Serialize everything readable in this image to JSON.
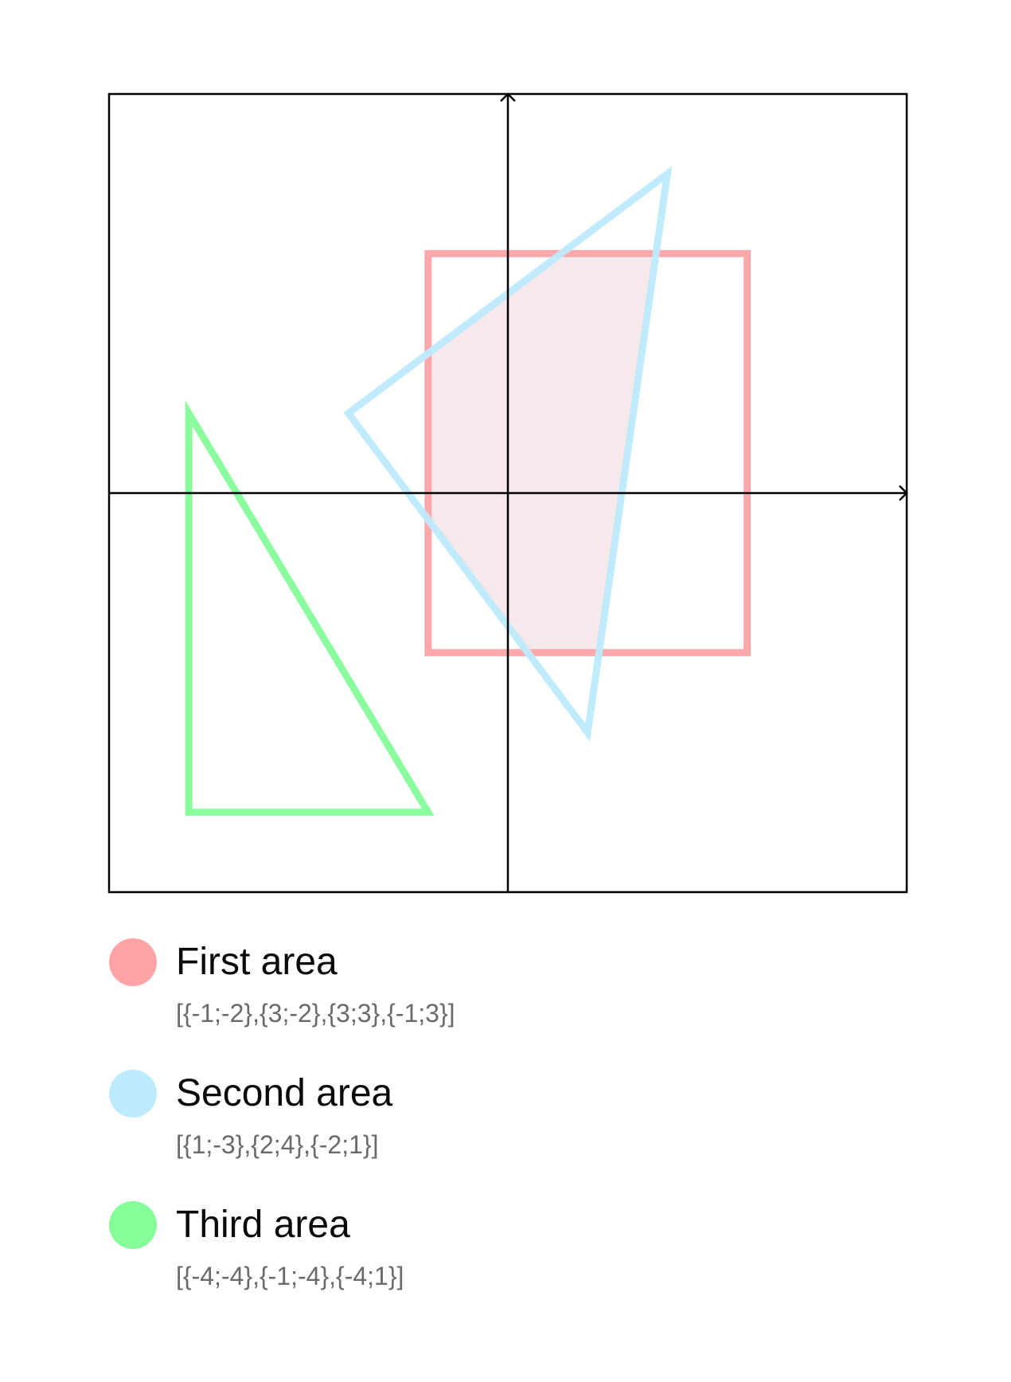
{
  "chart_data": {
    "type": "polygon-plot",
    "xlim": [
      -5,
      5
    ],
    "ylim": [
      -5,
      5
    ],
    "grid": false,
    "axes": {
      "x_arrow": true,
      "y_arrow": true,
      "frame": true
    },
    "intersection_highlight": {
      "between": [
        "First area",
        "Second area"
      ],
      "color": "#f6e9ec"
    },
    "series": [
      {
        "name": "First area",
        "color": "#ffa3a6",
        "coords_label": "[{-1;-2},{3;-2},{3;3},{-1;3}]",
        "points": [
          [
            -1,
            -2
          ],
          [
            3,
            -2
          ],
          [
            3,
            3
          ],
          [
            -1,
            3
          ]
        ]
      },
      {
        "name": "Second area",
        "color": "#bdeafd",
        "coords_label": "[{1;-3},{2;4},{-2;1}]",
        "points": [
          [
            1,
            -3
          ],
          [
            2,
            4
          ],
          [
            -2,
            1
          ]
        ]
      },
      {
        "name": "Third area",
        "color": "#85fd99",
        "coords_label": "[{-4;-4},{-1;-4},{-4;1}]",
        "points": [
          [
            -4,
            -4
          ],
          [
            -1,
            -4
          ],
          [
            -4,
            1
          ]
        ]
      }
    ]
  }
}
